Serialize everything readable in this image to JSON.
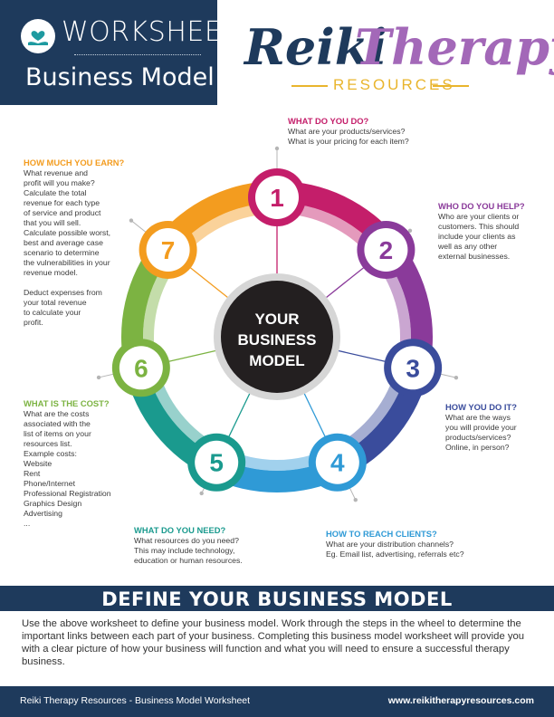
{
  "header": {
    "title": "WORKSHEET:",
    "subtitle": "Business Model"
  },
  "logo": {
    "word1": "Reiki",
    "word2": "Therapy",
    "word3": "RESOURCES"
  },
  "wheel": {
    "center_line1": "YOUR",
    "center_line2": "BUSINESS",
    "center_line3": "MODEL",
    "nodes": [
      "1",
      "2",
      "3",
      "4",
      "5",
      "6",
      "7"
    ]
  },
  "sections": {
    "s1": {
      "heading": "WHAT DO YOU DO?",
      "lines": [
        "What are your products/services?",
        "What is your pricing for each item?"
      ]
    },
    "s2": {
      "heading": "WHO DO YOU HELP?",
      "lines": [
        "Who are your clients or",
        "customers. This should",
        "include your clients as",
        "well as any other",
        "external businesses."
      ]
    },
    "s3": {
      "heading": "HOW YOU DO IT?",
      "lines": [
        "What are the ways",
        "you will provide your",
        "products/services?",
        "Online, in person?"
      ]
    },
    "s4": {
      "heading": "HOW TO REACH CLIENTS?",
      "lines": [
        "What are your distribution channels?",
        "Eg. Email list, advertising, referrals etc?"
      ]
    },
    "s5": {
      "heading": "WHAT DO YOU NEED?",
      "lines": [
        "What resources do you need?",
        "This may include technology,",
        "education or human resources."
      ]
    },
    "s6": {
      "heading": "WHAT IS THE COST?",
      "lines": [
        "What are the costs",
        "associated with the",
        "list of items on your",
        "resources list.",
        "Example costs:",
        "Website",
        "Rent",
        "Phone/Internet",
        "Professional Registration",
        "Graphics Design",
        "Advertising",
        "..."
      ]
    },
    "s7": {
      "heading": "HOW MUCH YOU EARN?",
      "lines": [
        "What revenue and",
        "profit will you make?",
        "Calculate the total",
        "revenue for each type",
        "of service and product",
        "that you will sell.",
        "Calculate possible worst,",
        "best and average case",
        "scenario to determine",
        "the vulnerabilities in your",
        "revenue model.",
        "",
        "Deduct expenses from",
        "your total revenue",
        "to calculate your",
        "profit."
      ]
    }
  },
  "define": {
    "title": "DEFINE YOUR BUSINESS MODEL",
    "text": "Use the above worksheet to define your business model. Work through the steps in the wheel to determine the important links between each part of your business.  Completing this business model worksheet will provide you with a clear picture of how your business will function and what you will need to ensure a successful therapy business."
  },
  "footer": {
    "left": "Reiki Therapy Resources -  Business Model Worksheet",
    "right": "www.reikitherapyresources.com"
  },
  "colors": {
    "navy": "#1e3a5c",
    "s1": "#c41e6a",
    "s2": "#8a3a9a",
    "s3": "#3a4c9c",
    "s4": "#2f9ad6",
    "s5": "#1a9a8e",
    "s6": "#7cb342",
    "s7": "#f39c1f"
  }
}
